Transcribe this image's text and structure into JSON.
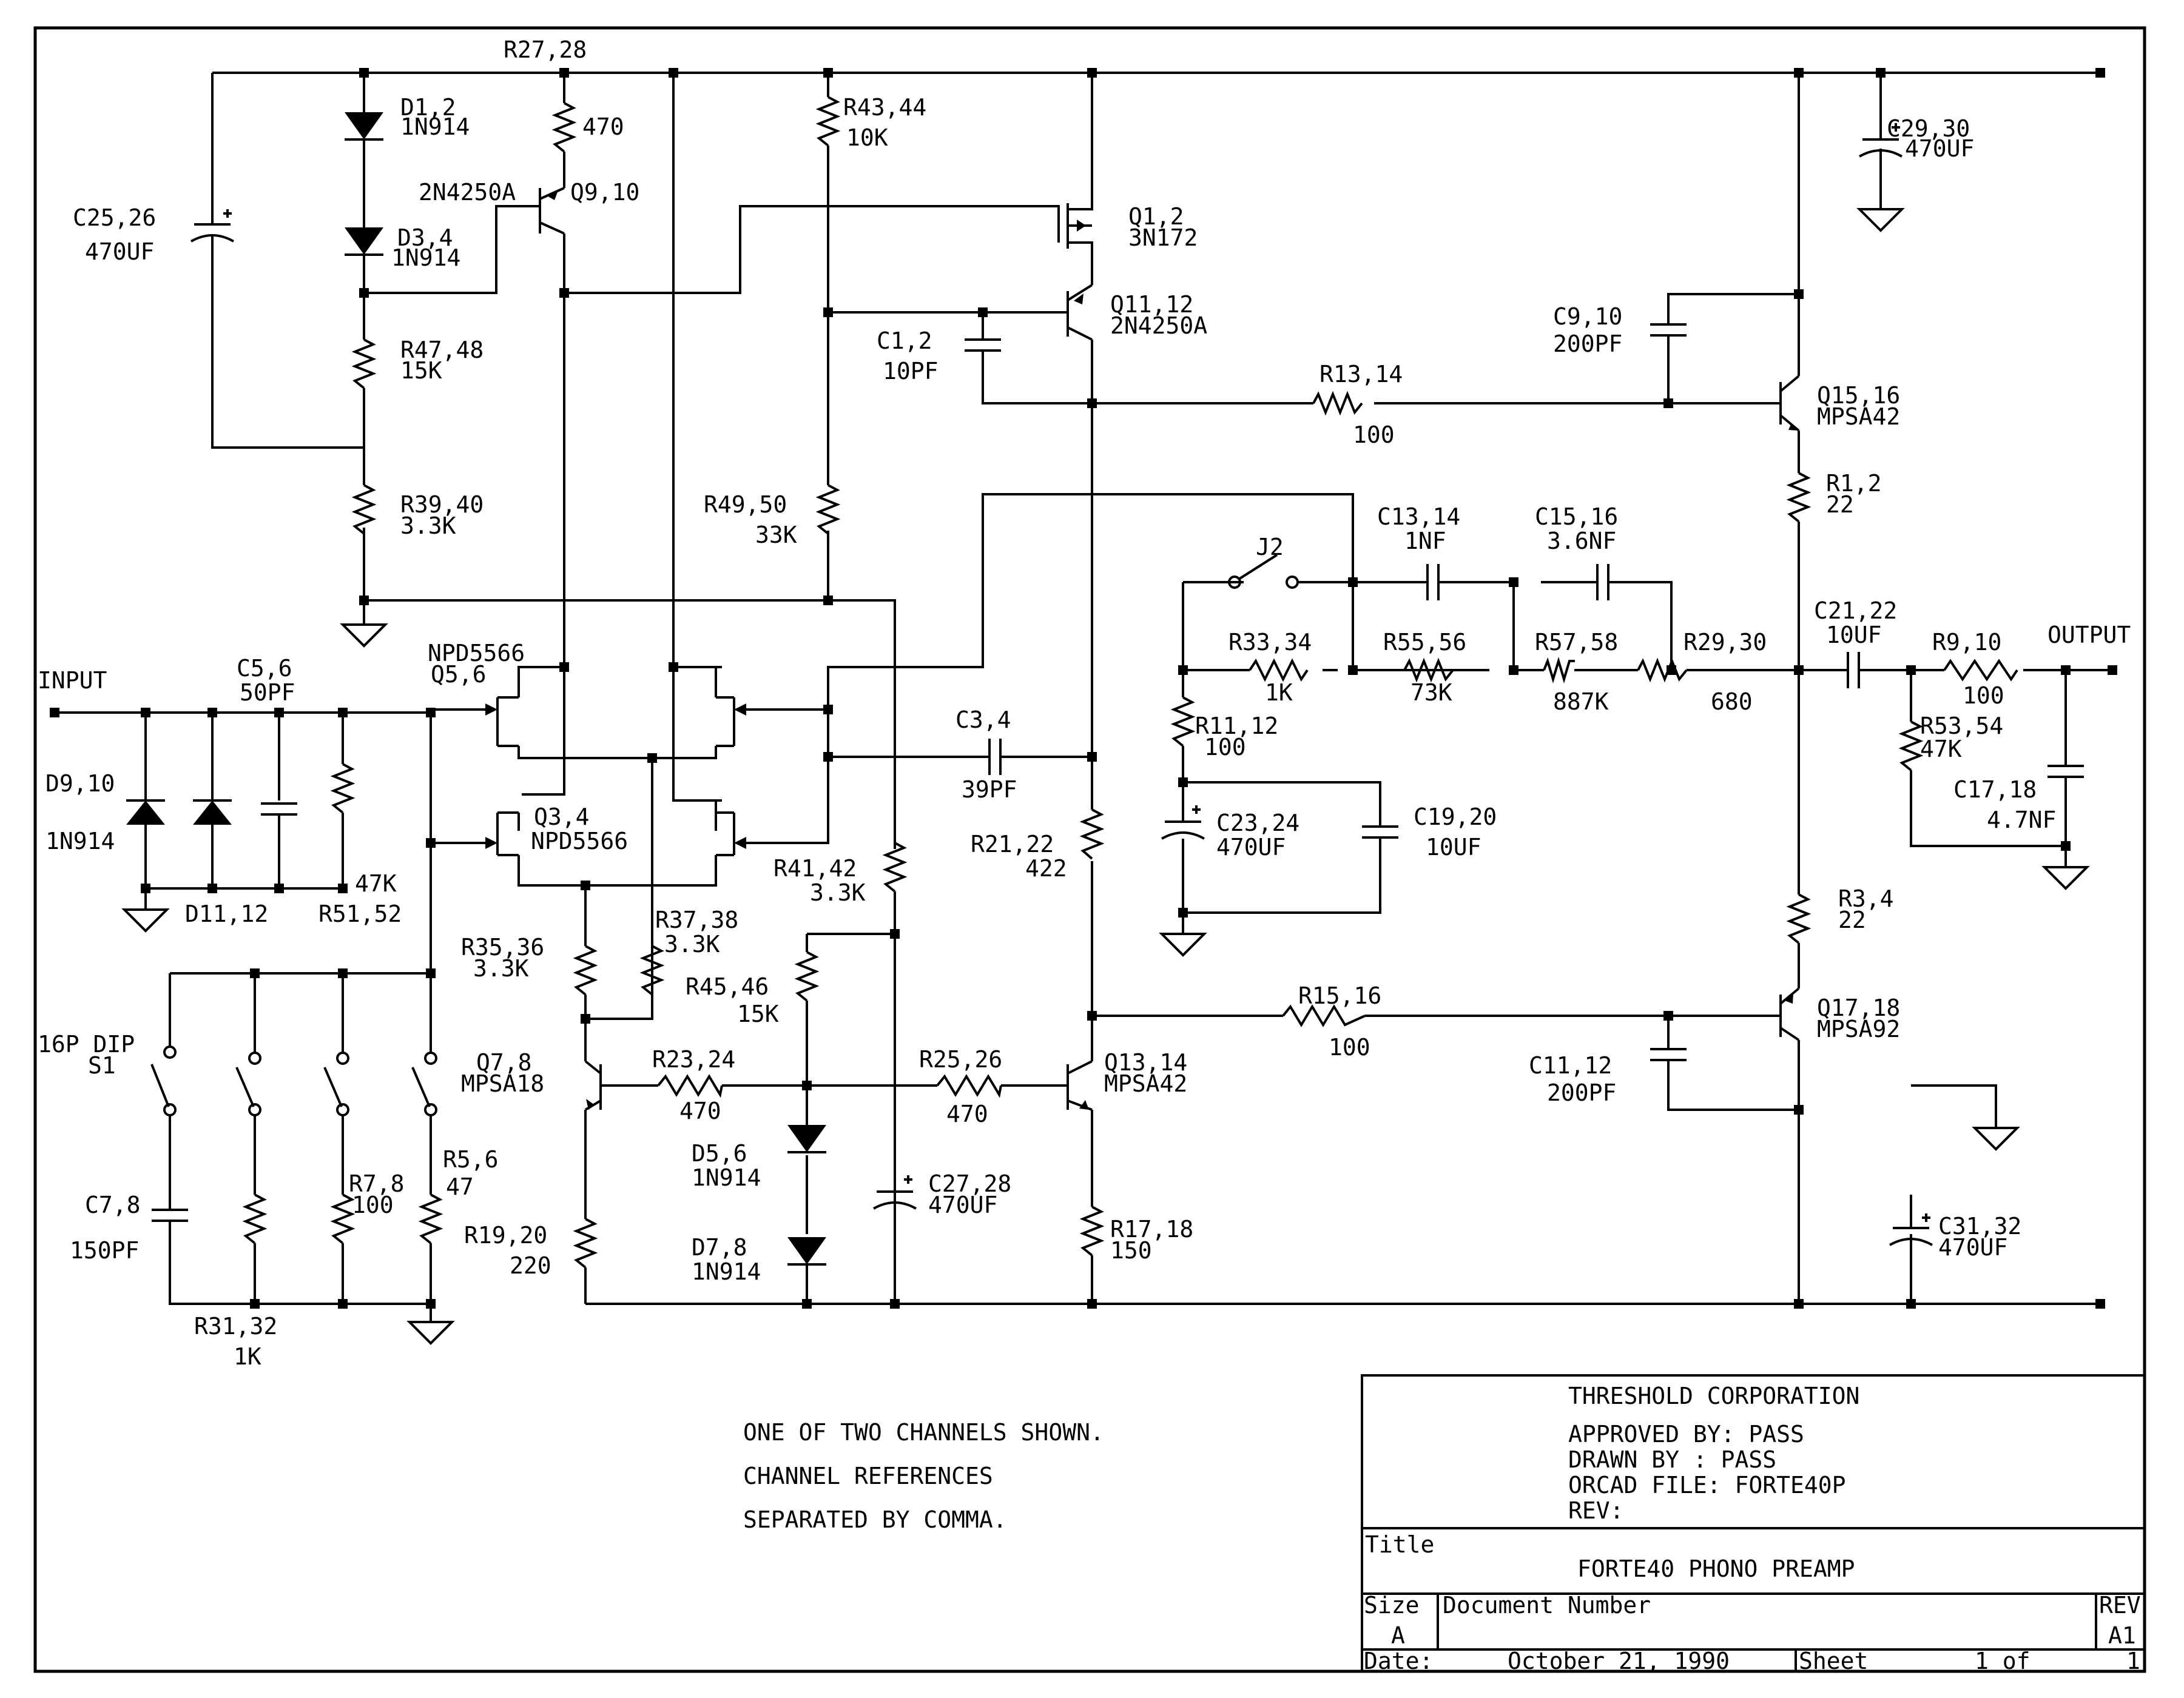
{
  "labels": {
    "r27": "R27,28",
    "r27v": "470",
    "d1": "D1,2",
    "d1v": "1N914",
    "d3": "D3,4",
    "d3v": "1N914",
    "q9t": "2N4250A",
    "q9": "Q9,10",
    "c25": "C25,26",
    "c25v": "470UF",
    "r47": "R47,48",
    "r47v": "15K",
    "r39": "R39,40",
    "r39v": "3.3K",
    "r43": "R43,44",
    "r43v": "10K",
    "q1": "Q1,2",
    "q1v": "3N172",
    "q11": "Q11,12",
    "q11v": "2N4250A",
    "c1": "C1,2",
    "c1v": "10PF",
    "r49": "R49,50",
    "r49v": "33K",
    "c29": "C29,30",
    "c29v": "470UF",
    "c9": "C9,10",
    "c9v": "200PF",
    "r13": "R13,14",
    "r13v": "100",
    "q15": "Q15,16",
    "q15v": "MPSA42",
    "r1": "R1,2",
    "r1v": "22",
    "j2": "J2",
    "c13": "C13,14",
    "c13v": "1NF",
    "c15": "C15,16",
    "c15v": "3.6NF",
    "r33": "R33,34",
    "r33v": "1K",
    "r55": "R55,56",
    "r55v": "73K",
    "r57": "R57,58",
    "r57v": "887K",
    "r29": "R29,30",
    "r29v": "680",
    "c21": "C21,22",
    "c21v": "10UF",
    "r9": "R9,10",
    "r9v": "100",
    "output": "OUTPUT",
    "r53": "R53,54",
    "r53v": "47K",
    "c17": "C17,18",
    "c17v": "4.7NF",
    "input": "INPUT",
    "c5": "C5,6",
    "c5v": "50PF",
    "npd1": "NPD5566",
    "q5": "Q5,6",
    "q3": "Q3,4",
    "q3v": "NPD5566",
    "d9": "D9,10",
    "d9v": "1N914",
    "d11": "D11,12",
    "r51v": "47K",
    "r51": "R51,52",
    "c3": "C3,4",
    "c3v": "39PF",
    "r11": "R11,12",
    "r11v": "100",
    "c23": "C23,24",
    "c23v": "470UF",
    "c19": "C19,20",
    "c19v": "10UF",
    "r21": "R21,22",
    "r21v": "422",
    "r41": "R41,42",
    "r41v": "3.3K",
    "r35": "R35,36",
    "r35v": "3.3K",
    "r37": "R37,38",
    "r37v": "3.3K",
    "r45": "R45,46",
    "r45v": "15K",
    "r3": "R3,4",
    "r3v": "22",
    "r15": "R15,16",
    "r15v": "100",
    "q17": "Q17,18",
    "q17v": "MPSA92",
    "c11": "C11,12",
    "c11v": "200PF",
    "dip": "16P DIP",
    "s1": "S1",
    "q7": "Q7,8",
    "q7v": "MPSA18",
    "r23": "R23,24",
    "r23v": "470",
    "r25": "R25,26",
    "r25v": "470",
    "q13": "Q13,14",
    "q13v": "MPSA42",
    "d5": "D5,6",
    "d5v": "1N914",
    "d7": "D7,8",
    "d7v": "1N914",
    "c27": "C27,28",
    "c27v": "470UF",
    "r17": "R17,18",
    "r17v": "150",
    "c31": "C31,32",
    "c31v": "470UF",
    "c7": "C7,8",
    "c7v": "150PF",
    "r7": "R7,8",
    "r7v": "100",
    "r5": "R5,6",
    "r5v": "47",
    "r19": "R19,20",
    "r19v": "220",
    "r31": "R31,32",
    "r31v": "1K"
  },
  "notes": {
    "line1": "ONE OF TWO CHANNELS SHOWN.",
    "line2": "CHANNEL REFERENCES",
    "line3": "SEPARATED BY COMMA."
  },
  "title_block": {
    "company": "THRESHOLD CORPORATION",
    "approved": "APPROVED BY: PASS",
    "drawn": "DRAWN BY :   PASS",
    "orcad": "ORCAD FILE: FORTE40P",
    "rev_line": "REV:",
    "title_label": "Title",
    "title": "FORTE40 PHONO PREAMP",
    "size_label": "Size",
    "size": "A",
    "docnum_label": "Document Number",
    "rev_label": "REV",
    "rev": "A1",
    "date_label": "Date:",
    "date": "October 21, 1990",
    "sheet_label": "Sheet",
    "sheet": "1 of",
    "sheet_total": "1"
  }
}
